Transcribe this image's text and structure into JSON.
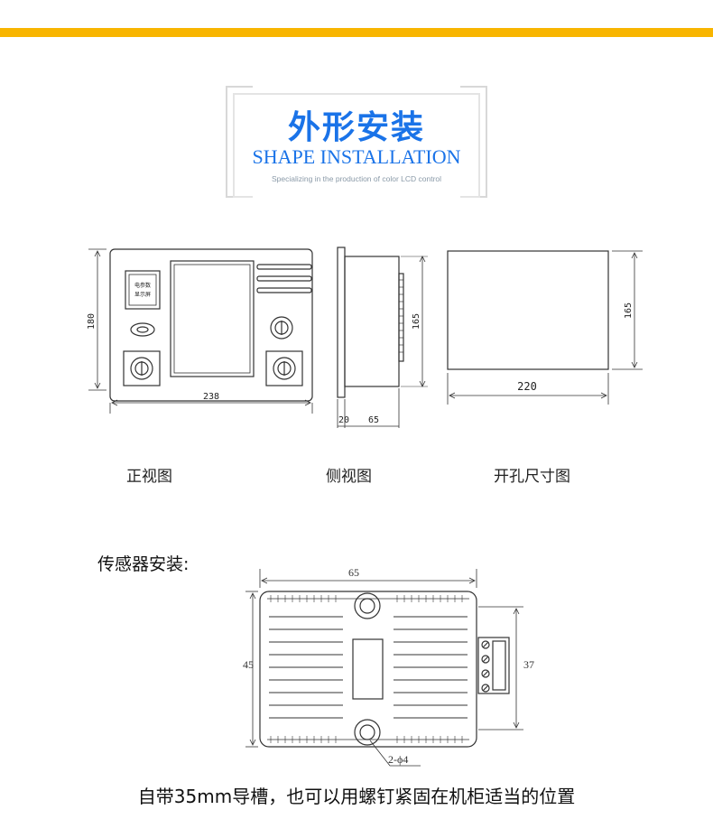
{
  "header": {
    "title_cn": "外形安装",
    "title_en": "SHAPE INSTALLATION",
    "subtitle": "Specializing in the production of color LCD control"
  },
  "front_view": {
    "caption": "正视图",
    "width_label": "238",
    "height_label": "180",
    "display_label_line1": "电参数",
    "display_label_line2": "显示屏"
  },
  "side_view": {
    "caption": "侧视图",
    "height_label": "165",
    "panel_thickness_label": "20",
    "depth_label": "65"
  },
  "cutout_view": {
    "caption": "开孔尺寸图",
    "width_label": "220",
    "height_label": "165"
  },
  "sensor": {
    "title": "传感器安装:",
    "width_label": "65",
    "height_label": "45",
    "terminal_height_label": "37",
    "hole_label": "2-ϕ4"
  },
  "footer": {
    "note": "自带35mm导槽，也可以用螺钉紧固在机柜适当的位置"
  },
  "colors": {
    "accent_bar": "#f8b500",
    "title_blue": "#1a73e8"
  }
}
